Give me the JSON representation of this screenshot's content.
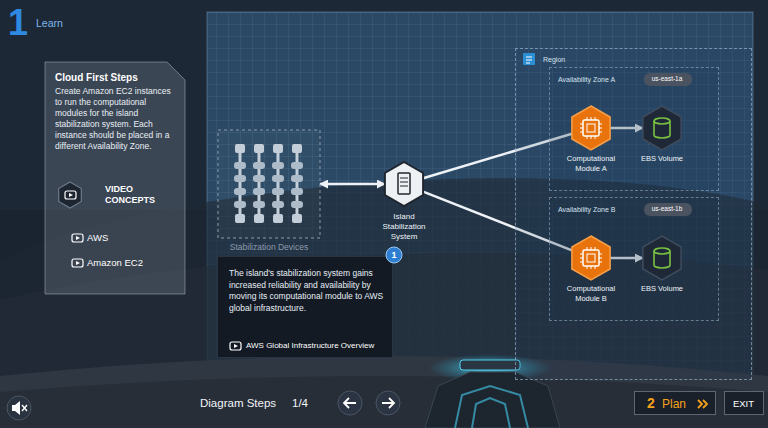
{
  "diagram": {
    "nodes": [
      {
        "text": [
          "Cloud First Steps",
          "Create Amazon EC2 instances to run the computational modules for the island stabilization system. Each instance should be placed in a different Availability Zone.",
          "VIDEO CONCEPTS",
          "AWS",
          "Amazon EC2"
        ]
      },
      {
        "text": [
          "Stabilization Devices"
        ]
      },
      {
        "text": [
          "Island Stabilization System"
        ]
      },
      {
        "text": [
          "1"
        ]
      },
      {
        "text": [
          "The island's stabilization system gains increased reliability and availability by moving its computational module to AWS global infrastructure.",
          "AWS Global Infrastructure Overview"
        ]
      },
      {
        "text": [
          "Region"
        ]
      },
      {
        "text": [
          "Availability Zone A"
        ],
        "in": 5
      },
      {
        "text": [
          "us-east-1a"
        ],
        "in": 6
      },
      {
        "text": [
          "Computational Module A"
        ],
        "in": 6
      },
      {
        "text": [
          "EBS Volume"
        ],
        "in": 6
      },
      {
        "text": [
          "Availability Zone B"
        ],
        "in": 5
      },
      {
        "text": [
          "us-east-1b"
        ],
        "in": 10
      },
      {
        "text": [
          "Computational Module B"
        ],
        "in": 10
      },
      {
        "text": [
          "EBS Volume"
        ],
        "in": 10
      },
      {
        "text": [
          "2",
          "Plan"
        ]
      },
      {
        "text": [
          "EXIT"
        ]
      }
    ],
    "edges": [
      {
        "from": 1,
        "to": 2,
        "arrow": "both"
      },
      {
        "from": 2,
        "to": 8,
        "arrow": "none"
      },
      {
        "from": 2,
        "to": 12,
        "arrow": "none"
      },
      {
        "from": 8,
        "to": 9,
        "arrow": "to"
      },
      {
        "from": 12,
        "to": 13,
        "arrow": "to"
      }
    ],
    "labels": [
      "1",
      "Learn",
      "Diagram Steps",
      "1/4"
    ]
  }
}
